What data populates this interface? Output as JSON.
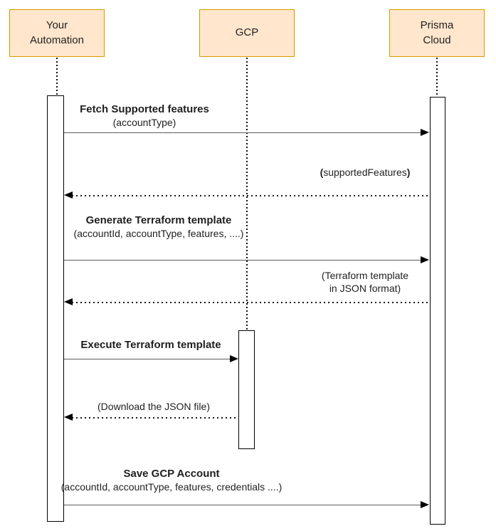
{
  "actors": [
    {
      "id": "your-automation",
      "label": "Your\nAutomation"
    },
    {
      "id": "gcp",
      "label": "GCP"
    },
    {
      "id": "prisma-cloud",
      "label": "Prisma\nCloud"
    }
  ],
  "messages": {
    "m1": {
      "title": "Fetch Supported features",
      "sub": "(accountType)"
    },
    "m2": {
      "open": "(",
      "text": "supportedFeatures",
      "close": ")"
    },
    "m3": {
      "title": "Generate Terraform template",
      "sub": "(accountId, accountType, features, ....)"
    },
    "m4": {
      "line1": "(Terraform template",
      "line2": "in JSON format)"
    },
    "m5": {
      "title": "Execute Terraform template"
    },
    "m6": {
      "sub": "(Download the JSON file)"
    },
    "m7": {
      "title": "Save GCP Account",
      "sub": "(accountId, accountType, features, credentials ....)"
    }
  },
  "colors": {
    "actor_fill": "#ffe6cc",
    "actor_border": "#d79b00",
    "line": "#5c5c5c",
    "text": "#1f1f1f"
  }
}
